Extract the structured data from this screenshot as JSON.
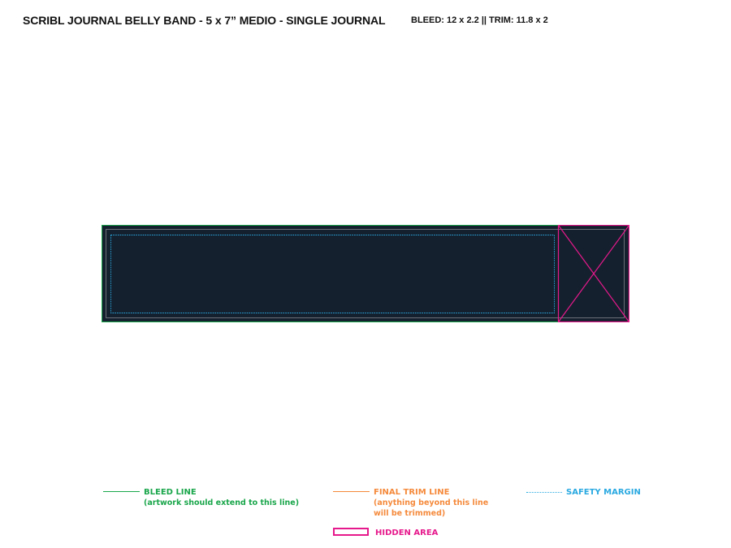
{
  "header": {
    "title": "SCRIBL JOURNAL BELLY BAND - 5 x 7” MEDIO - SINGLE JOURNAL",
    "spec": "BLEED: 12 x 2.2 || TRIM: 11.8 x 2"
  },
  "legend": {
    "bleed": {
      "label": "BLEED LINE",
      "note": "(artwork should extend to this line)",
      "color": "#1aa64b"
    },
    "trim": {
      "label": "FINAL TRIM LINE",
      "note_line1": "(anything beyond this line",
      "note_line2": "will be trimmed)",
      "color": "#f58a3c"
    },
    "safety": {
      "label": "SAFETY MARGIN",
      "color": "#29a9e1"
    },
    "hidden": {
      "label": "HIDDEN AREA",
      "color": "#e6198c"
    }
  },
  "colors": {
    "artwork_fill": "#15202e",
    "trim_line": "#6a6f77"
  }
}
